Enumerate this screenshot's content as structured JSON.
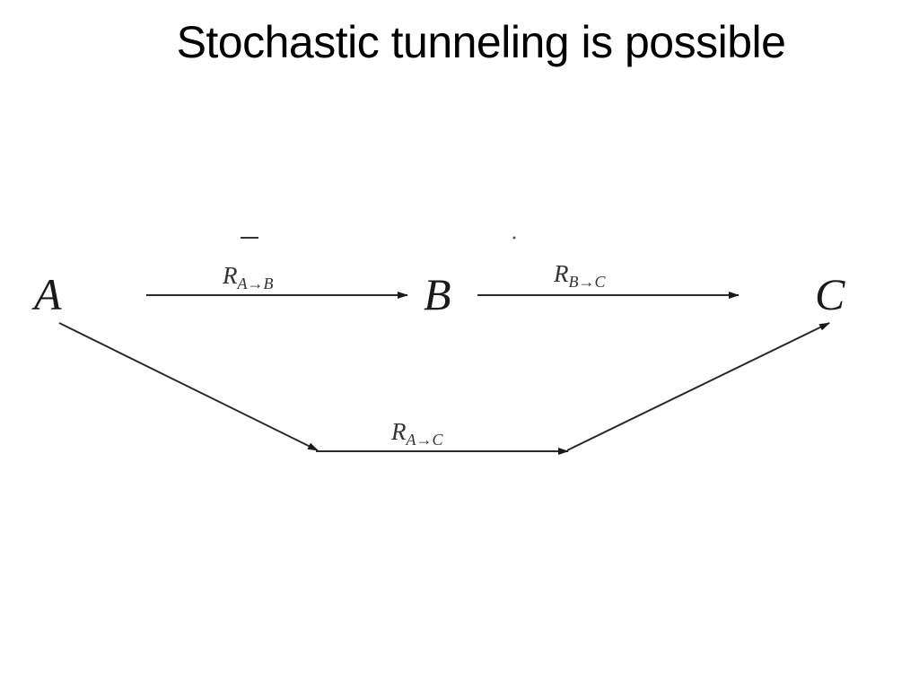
{
  "slide": {
    "title": "Stochastic tunneling is possible"
  },
  "diagram": {
    "nodes": {
      "a": "A",
      "b": "B",
      "c": "C"
    },
    "rates": {
      "a_to_b": {
        "base": "R",
        "sub": "A→B"
      },
      "b_to_c": {
        "base": "R",
        "sub": "B→C"
      },
      "a_to_c": {
        "base": "R",
        "sub": "A→C"
      }
    }
  }
}
